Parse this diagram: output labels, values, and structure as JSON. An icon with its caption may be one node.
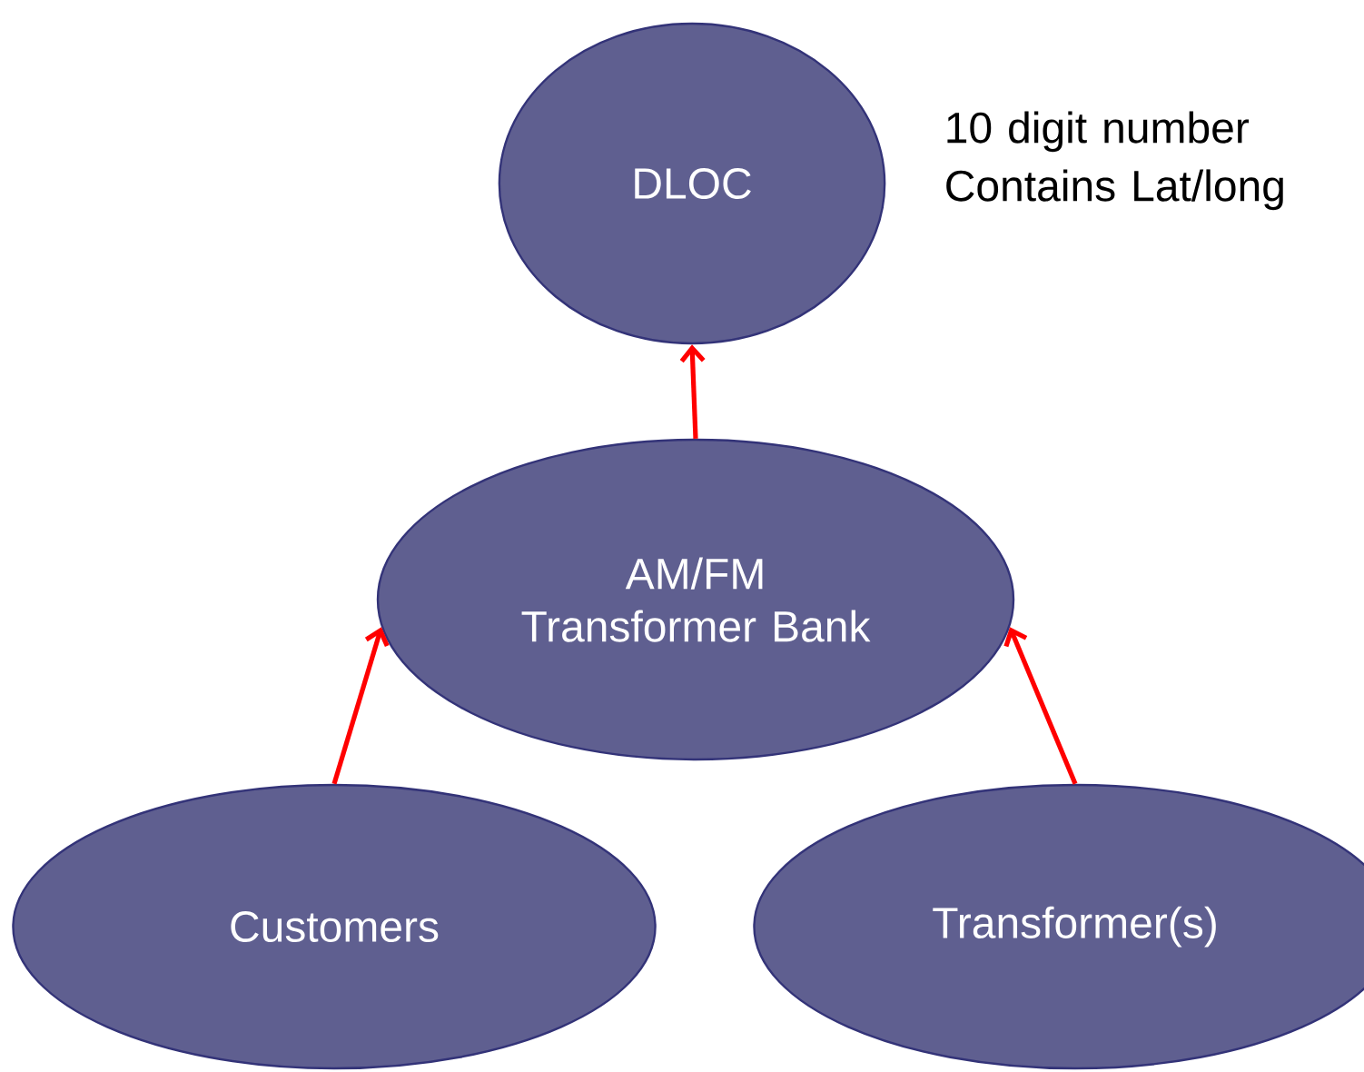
{
  "diagram": {
    "nodes": [
      {
        "text": [
          "DLOC"
        ],
        "beside": [
          "10 digit number Contains Lat/long"
        ]
      },
      {
        "text": [
          "AM/FM Transformer Bank"
        ]
      },
      {
        "text": [
          "Customers"
        ]
      },
      {
        "text": [
          "Transformer(s)"
        ]
      }
    ],
    "edges": [
      {
        "from": 1,
        "to": 0,
        "arrow": "to"
      },
      {
        "from": 2,
        "to": 1,
        "arrow": "to"
      },
      {
        "from": 3,
        "to": 1,
        "arrow": "to"
      }
    ]
  }
}
